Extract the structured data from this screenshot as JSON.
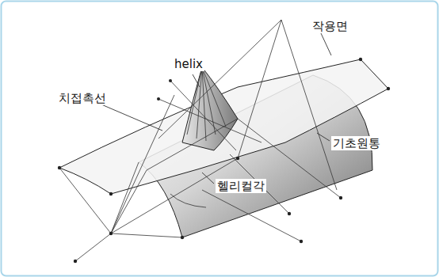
{
  "diagram": {
    "labels": [
      "helix",
      "작용면",
      "치접촉선",
      "기초원통",
      "헬리컬각"
    ]
  }
}
